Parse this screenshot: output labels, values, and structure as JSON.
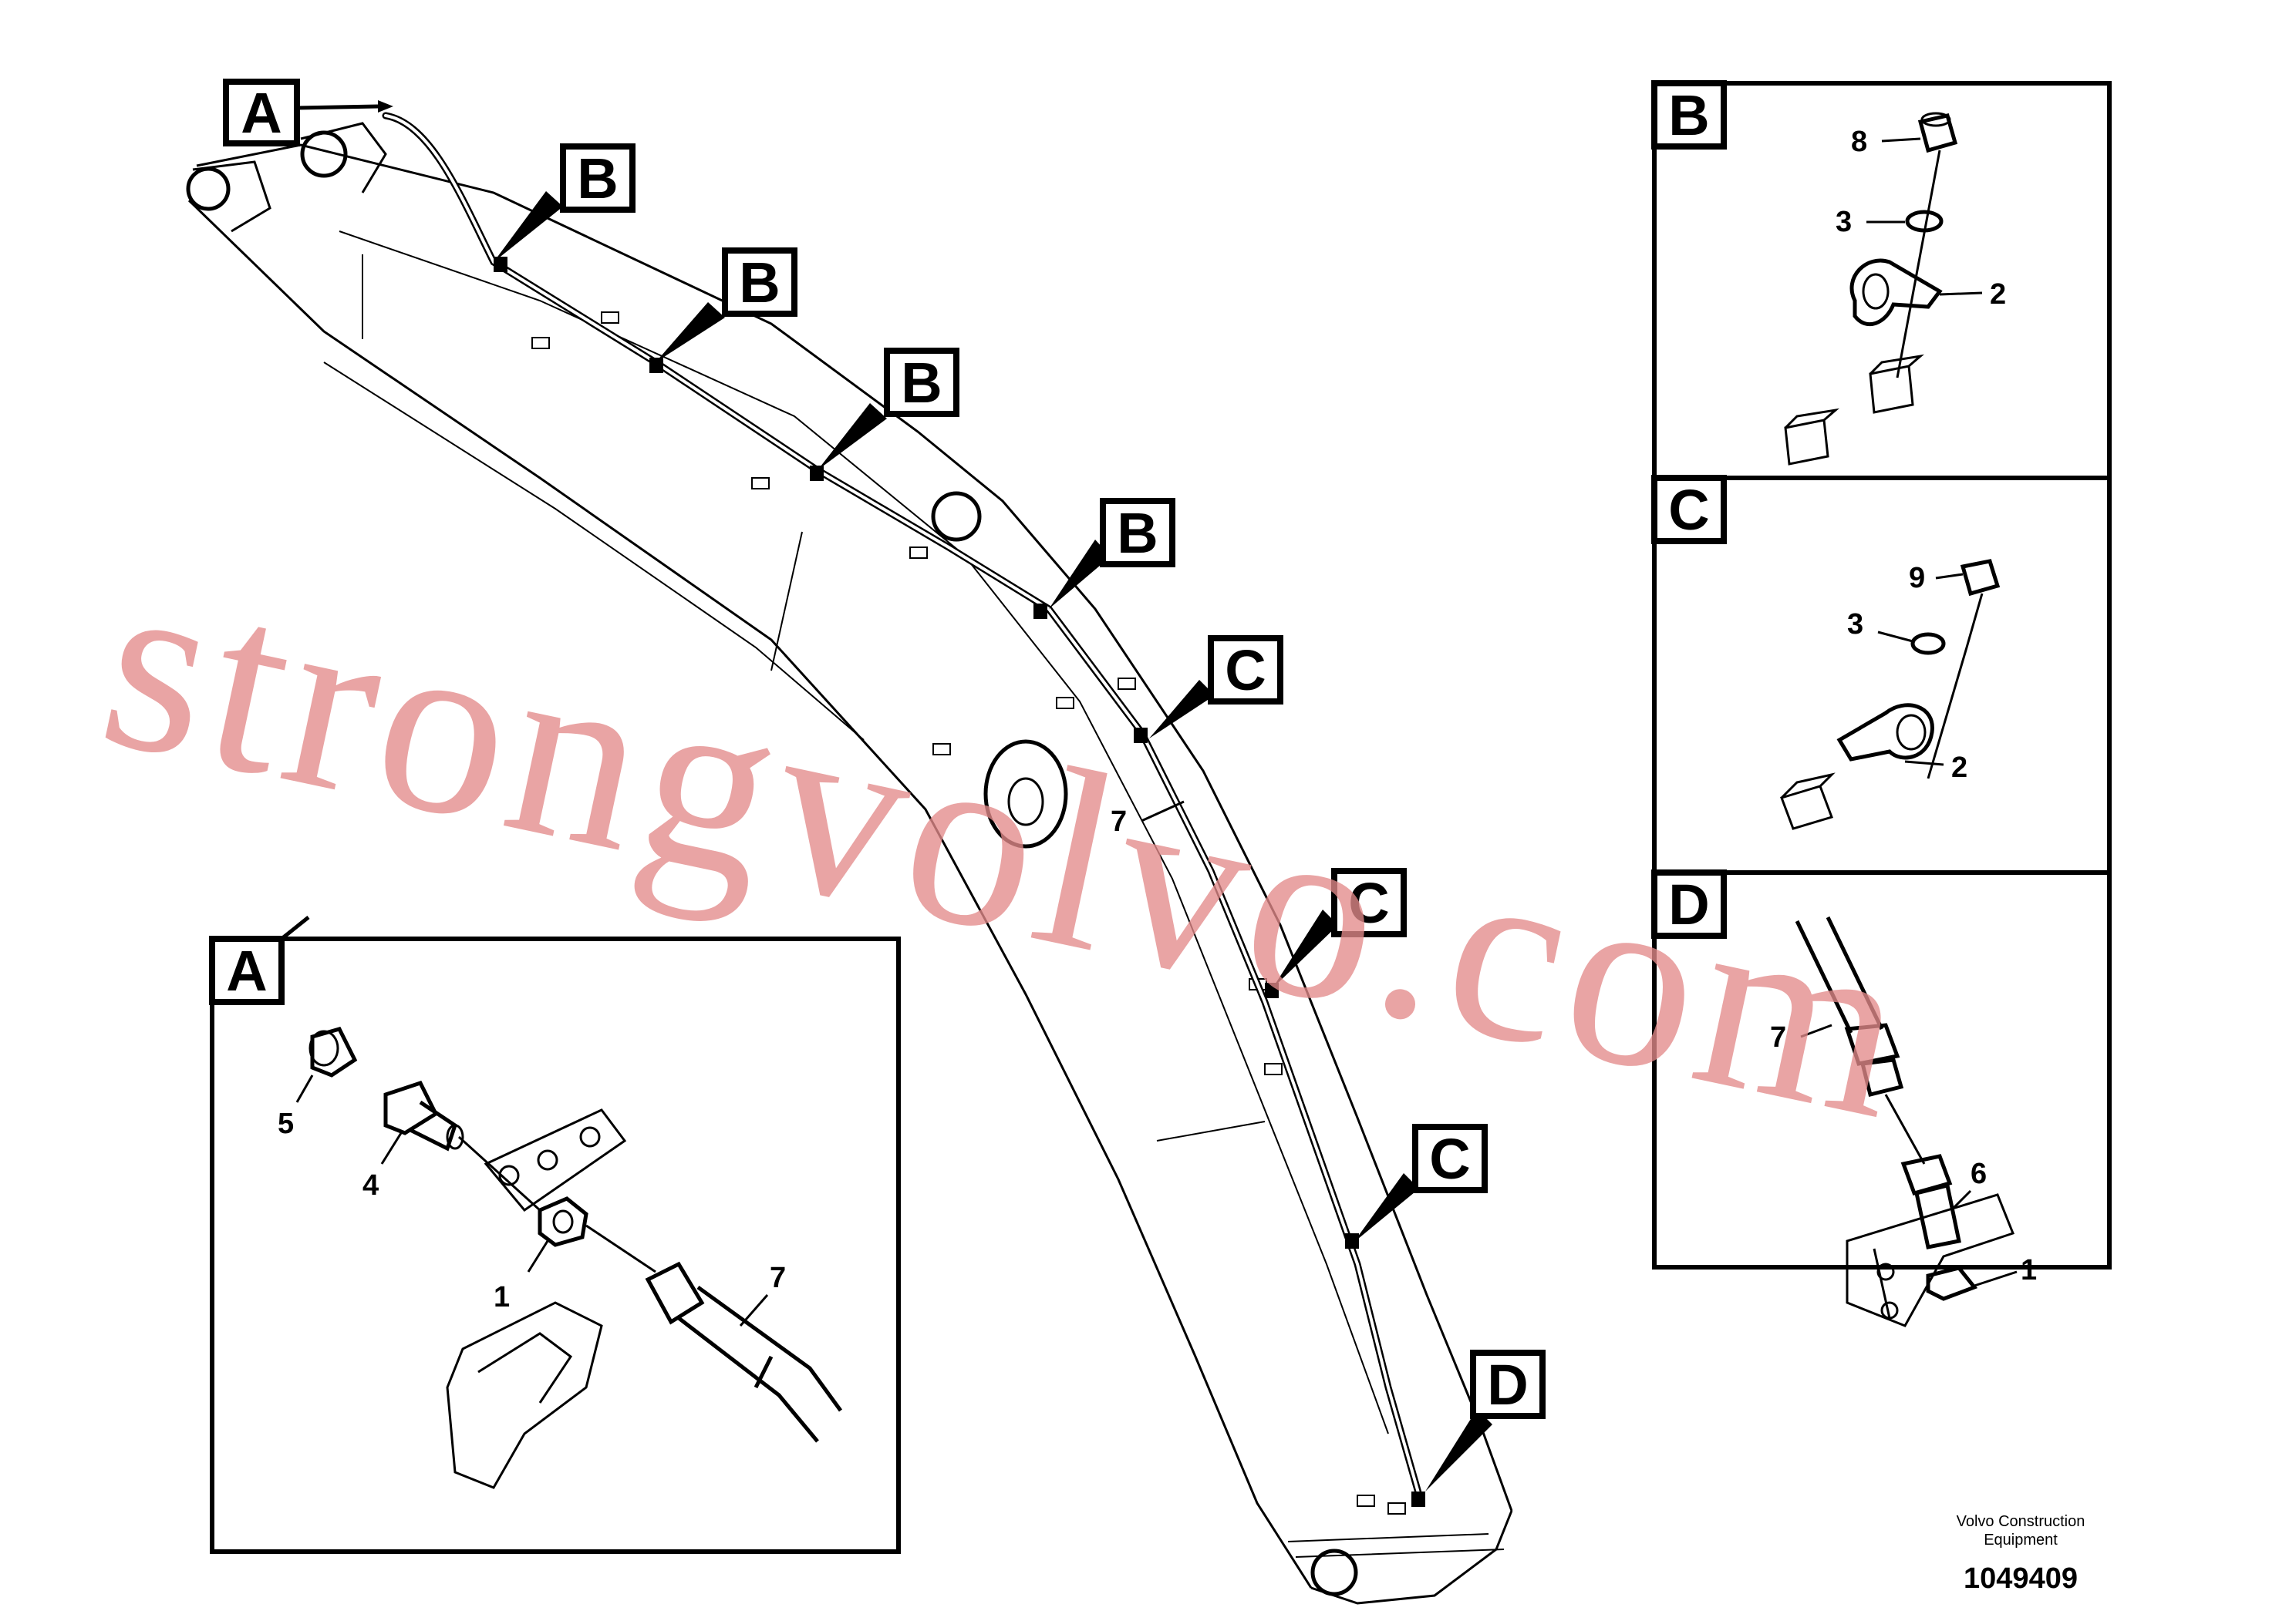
{
  "watermark": "strongvolvo.com",
  "footer": {
    "company_line1": "Volvo Construction",
    "company_line2": "Equipment",
    "drawing_number": "1049409"
  },
  "callouts": {
    "A": "A",
    "B": "B",
    "C": "C",
    "D": "D"
  },
  "detail_a": {
    "title": "A",
    "parts": [
      "5",
      "4",
      "1",
      "7"
    ]
  },
  "detail_b": {
    "title": "B",
    "parts": [
      "8",
      "3",
      "2"
    ]
  },
  "detail_c": {
    "title": "C",
    "parts": [
      "9",
      "3",
      "2"
    ]
  },
  "detail_d": {
    "title": "D",
    "parts": [
      "7",
      "6",
      "1"
    ]
  },
  "main_view": {
    "hose_label": "7"
  }
}
